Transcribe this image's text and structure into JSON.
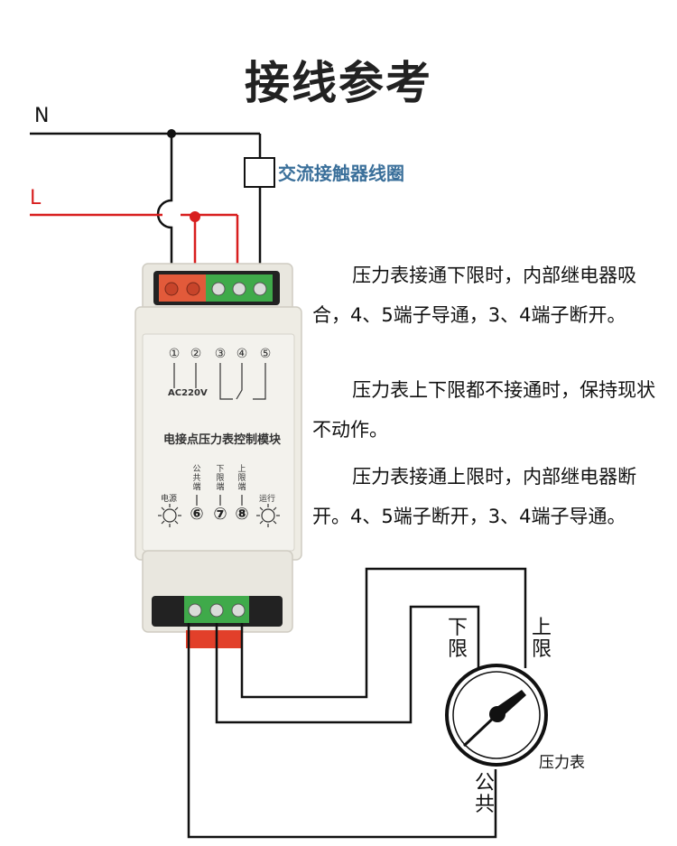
{
  "title": "接线参考",
  "lines": {
    "n_label": "N",
    "l_label": "L"
  },
  "coil_label": "交流接触器线圈",
  "description": [
    "压力表接通下限时，内部继电器吸合，4、5端子导通，3、4端子断开。",
    "压力表上下限都不接通时，保持现状不动作。",
    "压力表接通上限时，内部继电器断开。4、5端子断开，3、4端子导通。"
  ],
  "module": {
    "title": "电接点压力表控制模块",
    "supply": "AC220V",
    "top_terminals": [
      "①",
      "②",
      "③",
      "④",
      "⑤"
    ],
    "bottom_terminals": [
      "⑥",
      "⑦",
      "⑧"
    ],
    "power_label": "电源",
    "run_label": "运行",
    "common_label": "公共端",
    "lower_label": "下限端",
    "upper_label": "上限端"
  },
  "gauge": {
    "name": "压力表",
    "lower_label": "下限",
    "upper_label": "上限",
    "common_label": "公共"
  },
  "colors": {
    "neutral_wire": "#111111",
    "live_wire": "#d81e1e",
    "coil_label": "#3a6f9a",
    "terminal_red": "#e25a3a",
    "terminal_green": "#3faa4a",
    "module_body": "#eeece4"
  }
}
